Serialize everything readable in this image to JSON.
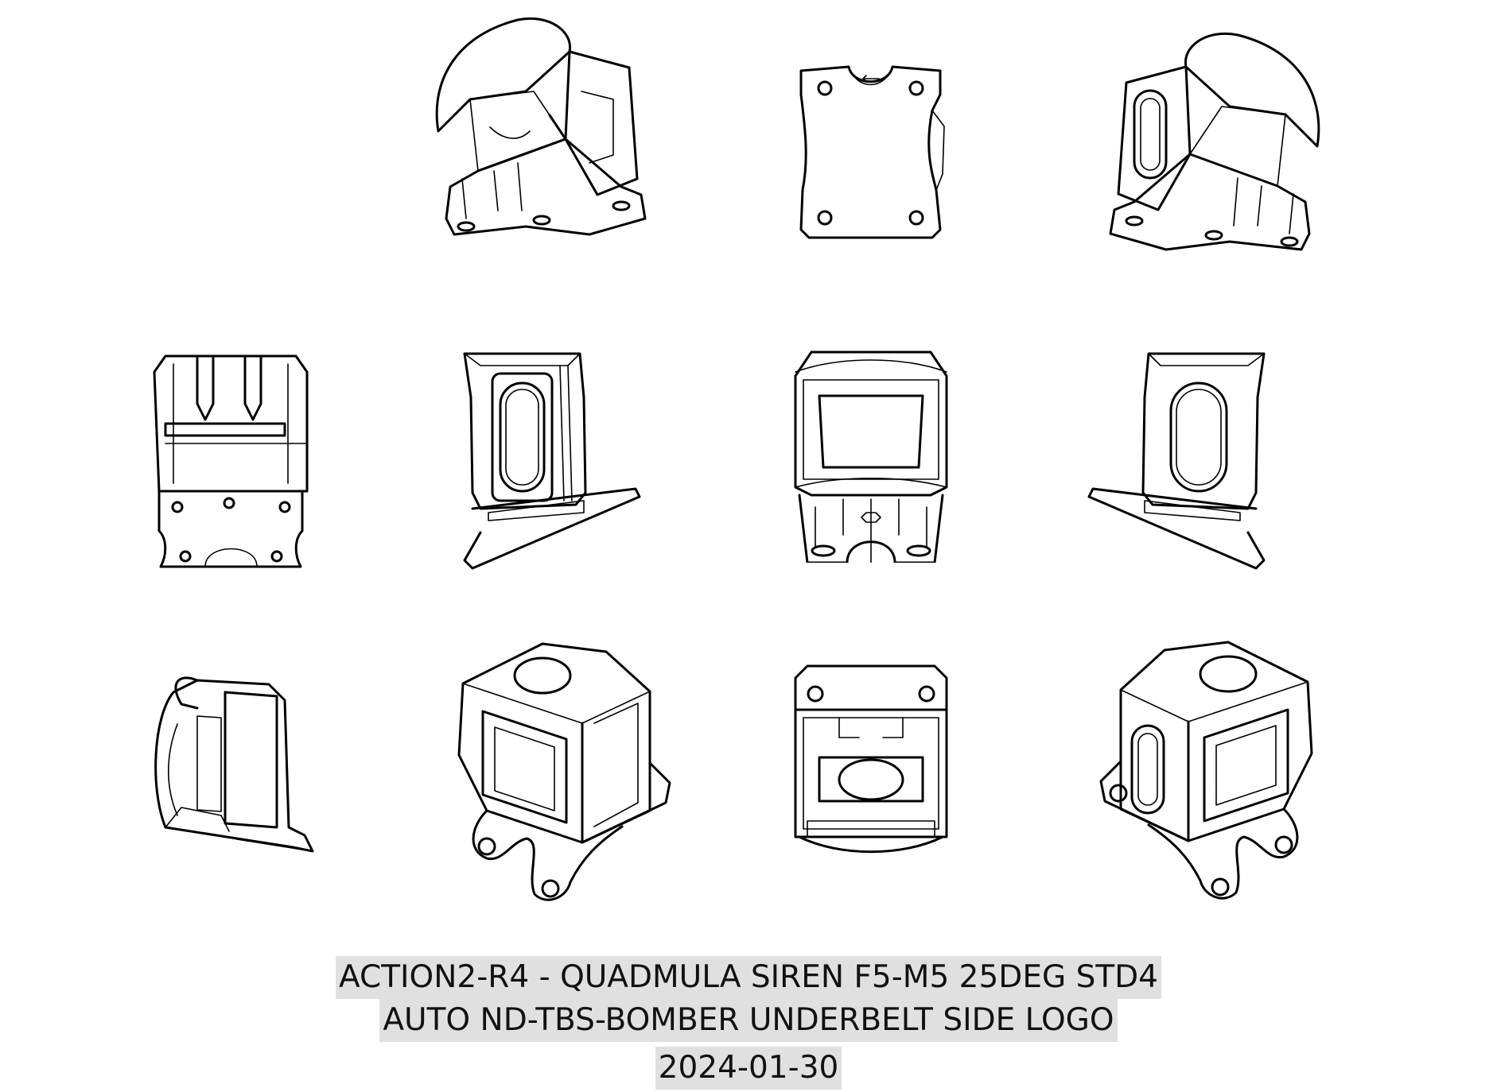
{
  "drawing": {
    "views": [
      {
        "id": "iso-front-left-top",
        "row": 1,
        "col": 2
      },
      {
        "id": "bottom-plate",
        "row": 1,
        "col": 3
      },
      {
        "id": "iso-front-right-top",
        "row": 1,
        "col": 4
      },
      {
        "id": "rear",
        "row": 2,
        "col": 1
      },
      {
        "id": "left-side",
        "row": 2,
        "col": 2
      },
      {
        "id": "front",
        "row": 2,
        "col": 3
      },
      {
        "id": "right-side",
        "row": 2,
        "col": 4
      },
      {
        "id": "iso-tilted-side",
        "row": 3,
        "col": 1
      },
      {
        "id": "iso-front-left-bottom",
        "row": 3,
        "col": 2
      },
      {
        "id": "top",
        "row": 3,
        "col": 3
      },
      {
        "id": "iso-front-right-bottom",
        "row": 3,
        "col": 4
      }
    ],
    "line_color": "#000000",
    "background": "#ffffff"
  },
  "title_block": {
    "line1": "ACTION2-R4 - QUADMULA SIREN F5-M5 25DEG STD4",
    "line2": "AUTO ND-TBS-BOMBER UNDERBELT SIDE LOGO",
    "date": "2024-01-30",
    "highlight_color": "#e0e0e0"
  }
}
